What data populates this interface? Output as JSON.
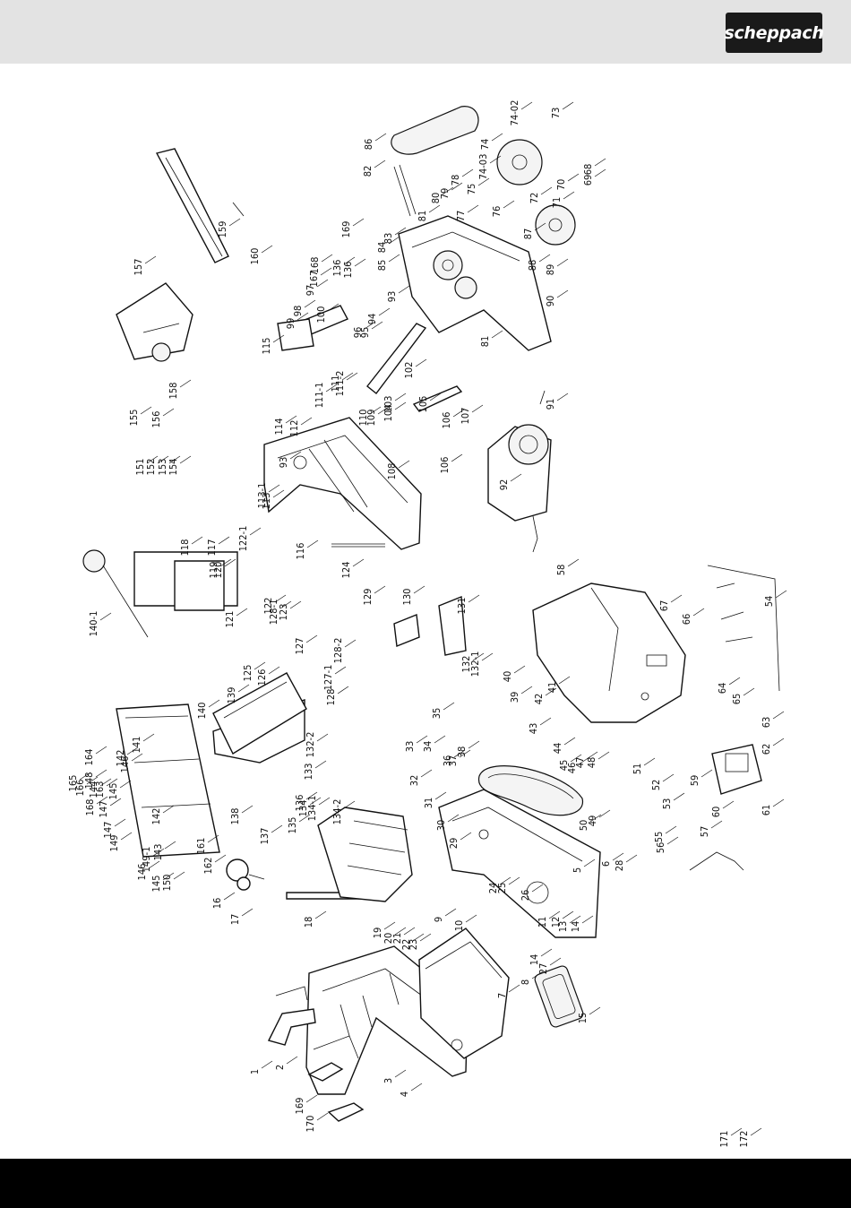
{
  "brand": {
    "logo_text": "scheppach"
  },
  "diagram": {
    "labels": [
      "1",
      "2",
      "3",
      "4",
      "5",
      "6",
      "7",
      "8",
      "9",
      "10",
      "11",
      "12",
      "13",
      "14",
      "14",
      "15",
      "16",
      "17",
      "18",
      "19",
      "20",
      "21",
      "22",
      "23",
      "24",
      "25",
      "26",
      "27",
      "28",
      "29",
      "30",
      "31",
      "32",
      "33",
      "34",
      "35",
      "36",
      "37",
      "38",
      "39",
      "40",
      "41",
      "42",
      "43",
      "44",
      "45",
      "46",
      "47",
      "48",
      "49",
      "50",
      "51",
      "52",
      "53",
      "54",
      "55",
      "56",
      "57",
      "58",
      "59",
      "60",
      "61",
      "62",
      "63",
      "64",
      "65",
      "66",
      "67",
      "68",
      "69",
      "70",
      "71",
      "72",
      "73",
      "74",
      "74-02",
      "74-03",
      "75",
      "76",
      "77",
      "78",
      "79",
      "80",
      "81",
      "81",
      "82",
      "83",
      "84",
      "85",
      "86",
      "87",
      "88",
      "89",
      "90",
      "91",
      "92",
      "93",
      "93",
      "94",
      "95",
      "96",
      "97",
      "98",
      "99",
      "100",
      "102",
      "103",
      "104",
      "105",
      "106",
      "106",
      "107",
      "108",
      "109",
      "110",
      "111",
      "111-1",
      "111-2",
      "112",
      "113",
      "113-1",
      "114",
      "115",
      "116",
      "117",
      "118",
      "119",
      "120",
      "121",
      "122",
      "122-1",
      "123",
      "124",
      "125",
      "126",
      "127",
      "127-1",
      "128",
      "128-1",
      "128-2",
      "129",
      "130",
      "131",
      "132",
      "132-1",
      "132-2",
      "133",
      "134",
      "134-1",
      "134-2",
      "135",
      "136",
      "136",
      "136",
      "137",
      "138",
      "139",
      "140",
      "140-1",
      "141",
      "142",
      "142",
      "143",
      "144",
      "145",
      "145",
      "146",
      "146",
      "147",
      "147",
      "148",
      "149",
      "149-1",
      "150",
      "151",
      "152",
      "153",
      "154",
      "155",
      "156",
      "157",
      "158",
      "159",
      "160",
      "161",
      "162",
      "163",
      "164",
      "165",
      "166",
      "167",
      "168",
      "168",
      "169",
      "169",
      "170",
      "171",
      "172"
    ]
  }
}
